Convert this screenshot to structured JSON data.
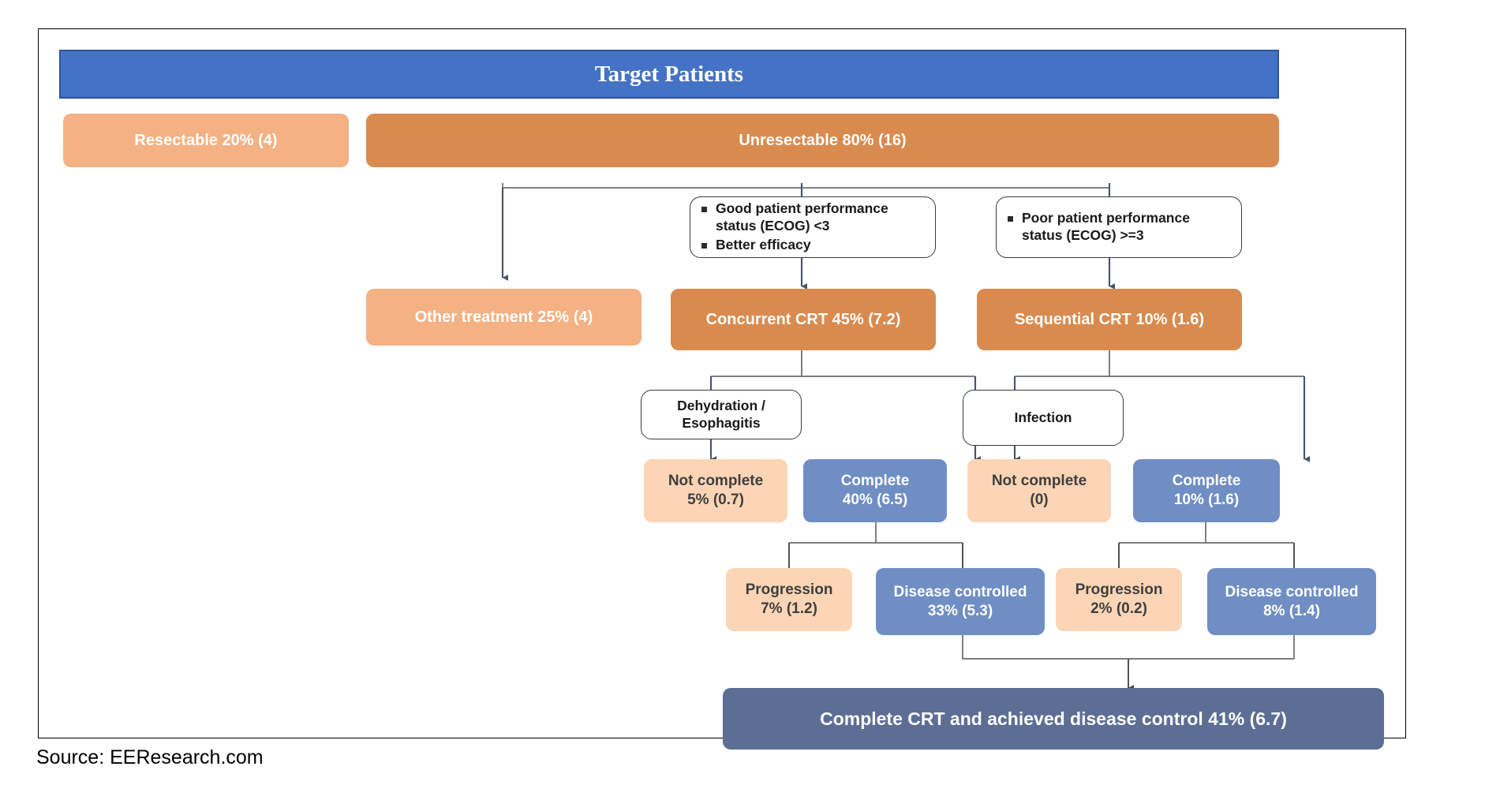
{
  "diagram": {
    "title": "Target Patients",
    "source_label": "Source: EEResearch.com",
    "colors": {
      "title_bar": "#4472c4",
      "title_bar_border": "#2f5597",
      "orange_dark": "#d98b4f",
      "orange_light": "#f4b183",
      "peach": "#fbd5b5",
      "blue_mid": "#6f8ec3",
      "blue_dark": "#5c6e93",
      "note_border": "#3b3b3b",
      "connector": "#6b6b6b",
      "connector_dark": "#44546a"
    },
    "nodes": {
      "resectable": "Resectable 20% (4)",
      "unresectable": "Unresectable 80% (16)",
      "good_ecog_b1": "Good patient performance status (ECOG) <3",
      "good_ecog_b2": "Better efficacy",
      "poor_ecog_b1": "Poor patient performance status (ECOG) >=3",
      "other_treatment": "Other treatment 25% (4)",
      "concurrent_crt": "Concurrent CRT 45% (7.2)",
      "sequential_crt": "Sequential CRT 10% (1.6)",
      "dehydration_l1": "Dehydration /",
      "dehydration_l2": "Esophagitis",
      "infection": "Infection",
      "conc_not_complete_l1": "Not complete",
      "conc_not_complete_l2": "5% (0.7)",
      "conc_complete_l1": "Complete",
      "conc_complete_l2": "40% (6.5)",
      "seq_not_complete_l1": "Not complete",
      "seq_not_complete_l2": "(0)",
      "seq_complete_l1": "Complete",
      "seq_complete_l2": "10% (1.6)",
      "conc_progression_l1": "Progression",
      "conc_progression_l2": "7% (1.2)",
      "conc_controlled_l1": "Disease controlled",
      "conc_controlled_l2": "33% (5.3)",
      "seq_progression_l1": "Progression",
      "seq_progression_l2": "2% (0.2)",
      "seq_controlled_l1": "Disease controlled",
      "seq_controlled_l2": "8% (1.4)",
      "summary": "Complete CRT and achieved disease control 41% (6.7)"
    }
  }
}
